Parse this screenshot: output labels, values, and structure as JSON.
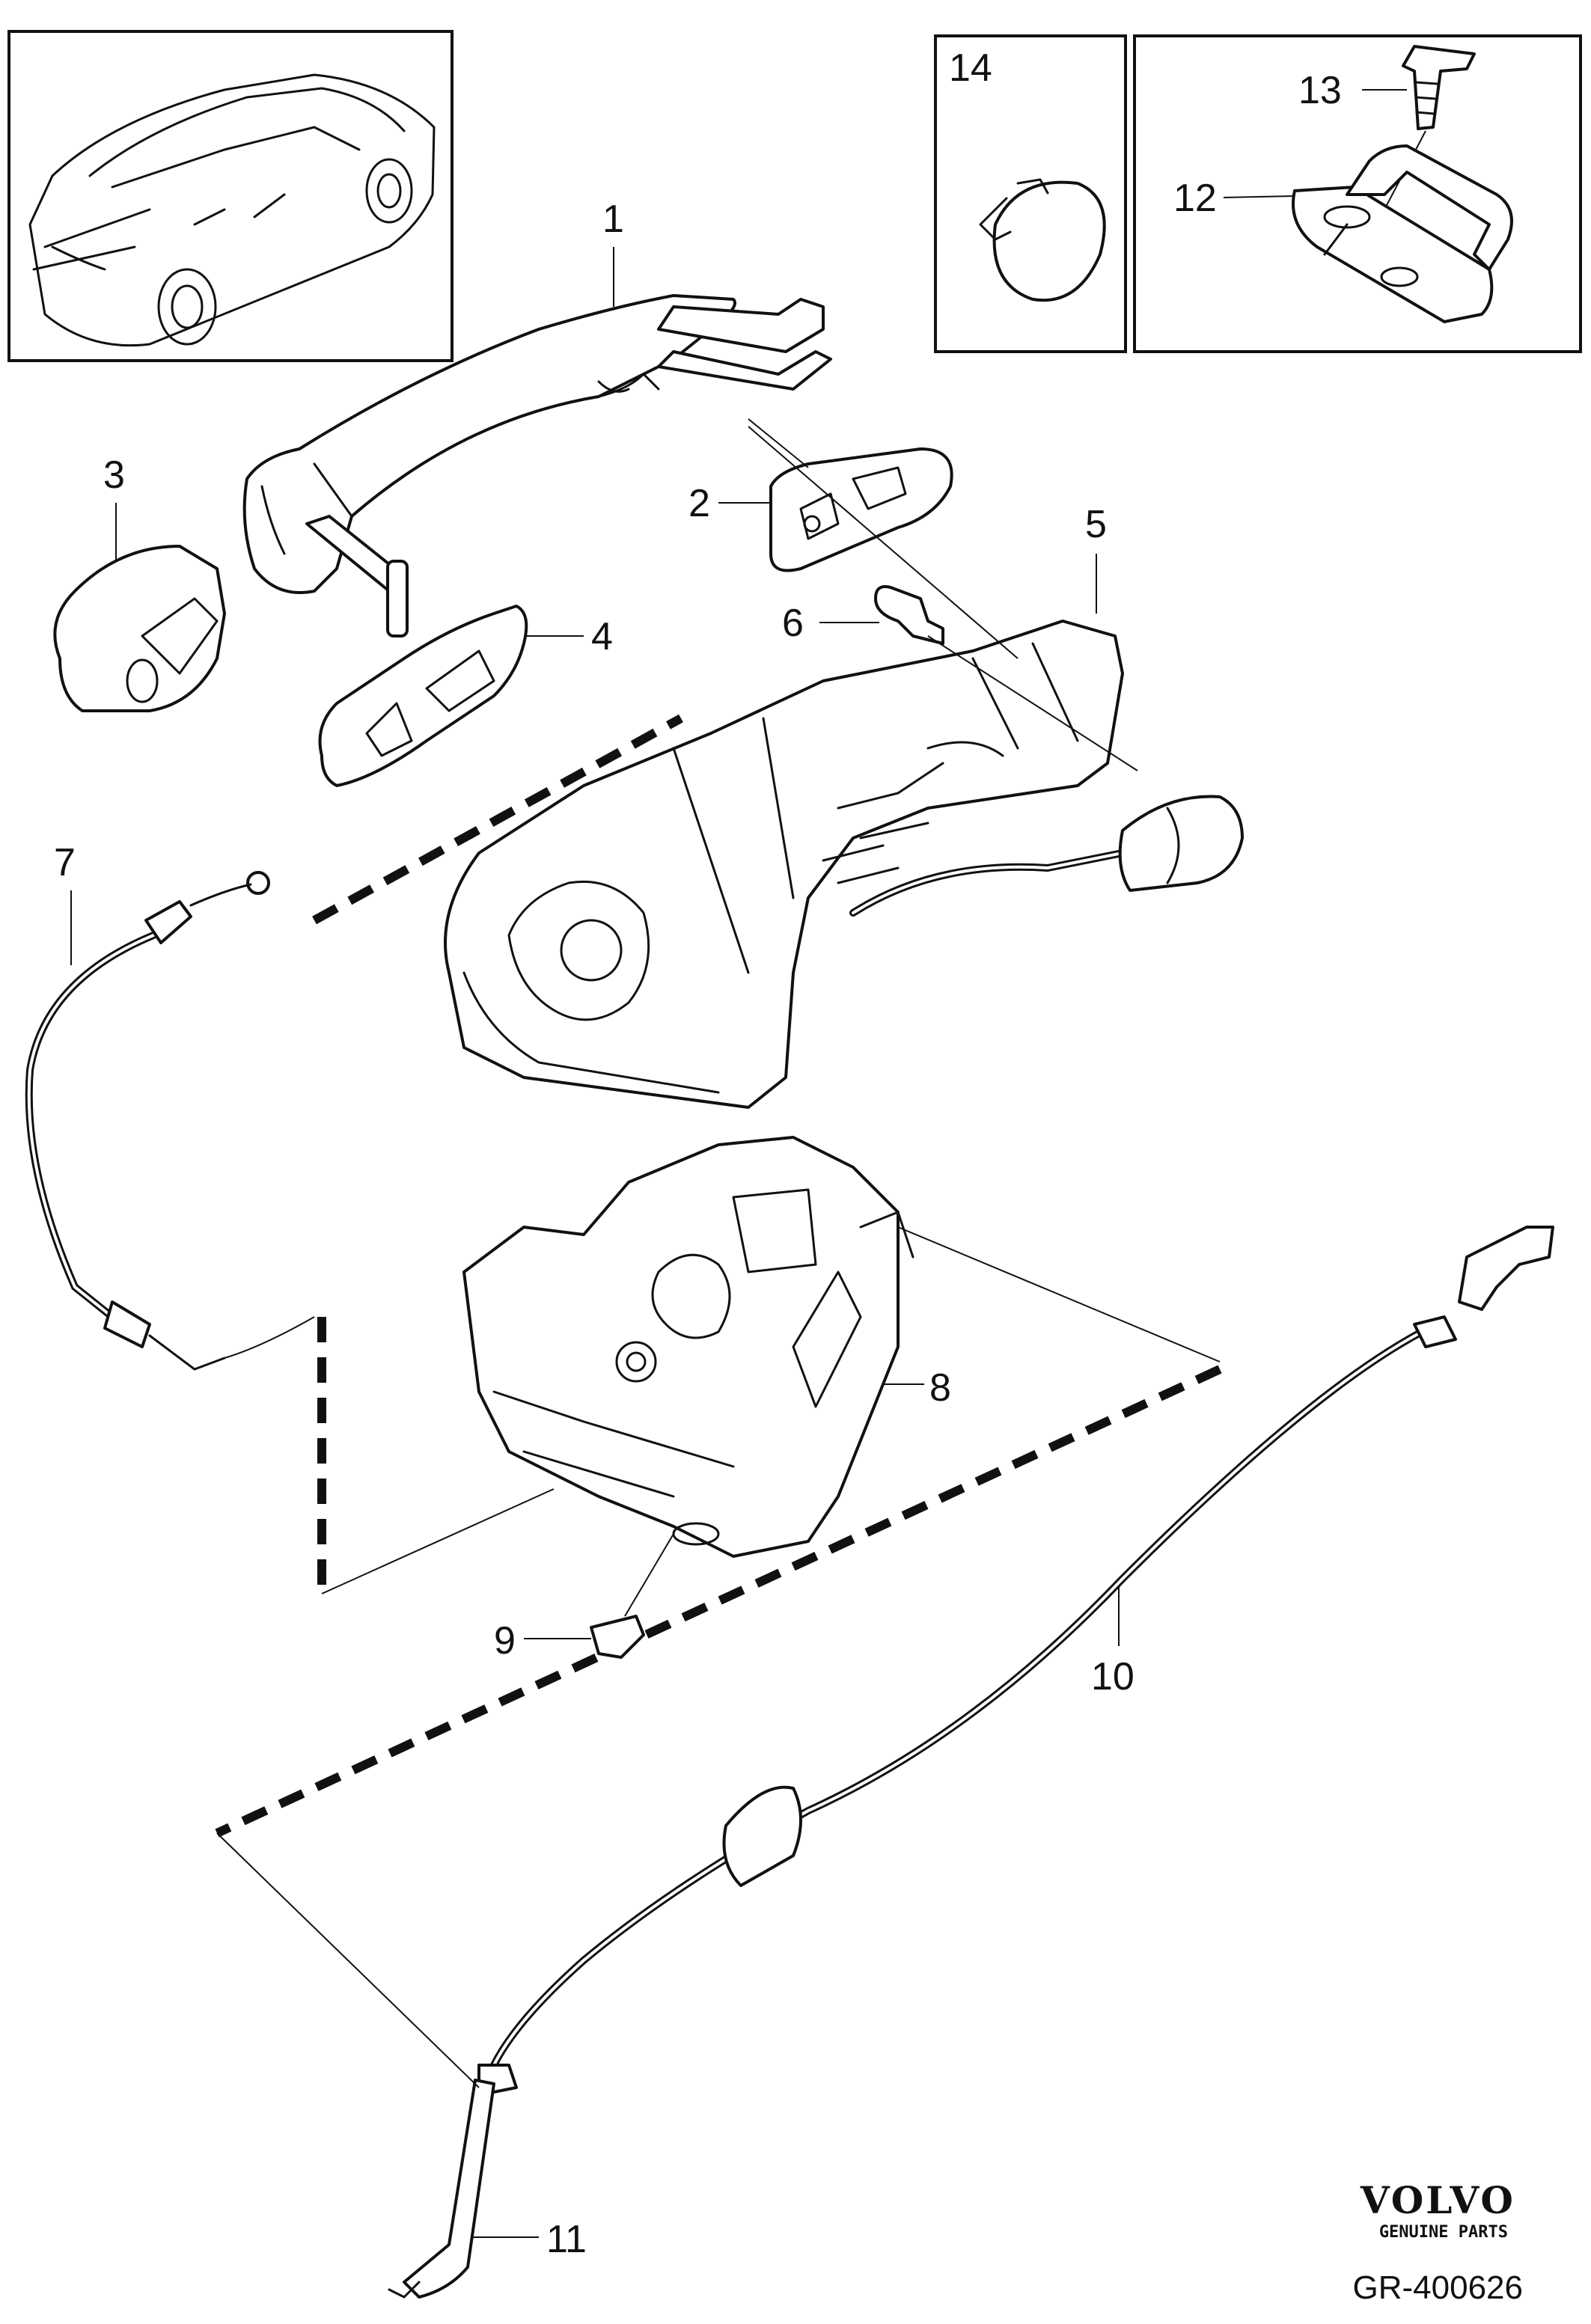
{
  "brand": {
    "name": "VOLVO",
    "tagline": "GENUINE PARTS",
    "diagram_code": "GR-400626"
  },
  "callouts": [
    "1",
    "2",
    "3",
    "4",
    "5",
    "6",
    "7",
    "8",
    "9",
    "10",
    "11",
    "12",
    "13",
    "14"
  ],
  "icons": {
    "vehicle": "sedan-car-icon",
    "handle": "door-handle-icon",
    "lock": "door-lock-assembly-icon"
  }
}
